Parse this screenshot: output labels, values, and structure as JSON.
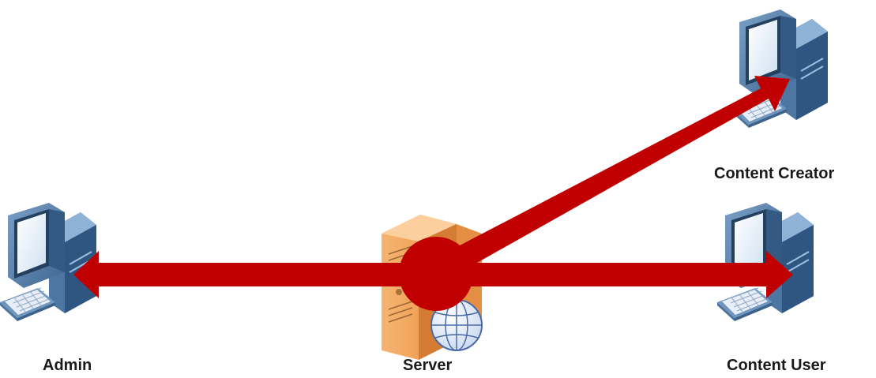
{
  "diagram": {
    "nodes": {
      "admin": {
        "label": "Admin",
        "icon": "desktop-computer-icon"
      },
      "server": {
        "label": "Server",
        "icon": "web-server-icon"
      },
      "creator": {
        "label": "Content Creator",
        "icon": "desktop-computer-icon"
      },
      "user": {
        "label": "Content User",
        "icon": "desktop-computer-icon"
      }
    },
    "edges": [
      {
        "from": "server",
        "to": "admin"
      },
      {
        "from": "server",
        "to": "creator"
      },
      {
        "from": "server",
        "to": "user"
      }
    ],
    "colors": {
      "arrow": "#c00000",
      "server_case": "#f0a055",
      "monitor_frame": "#5a7ea6",
      "screen": "#eaf3fb",
      "globe": "#6f8fc8"
    }
  }
}
